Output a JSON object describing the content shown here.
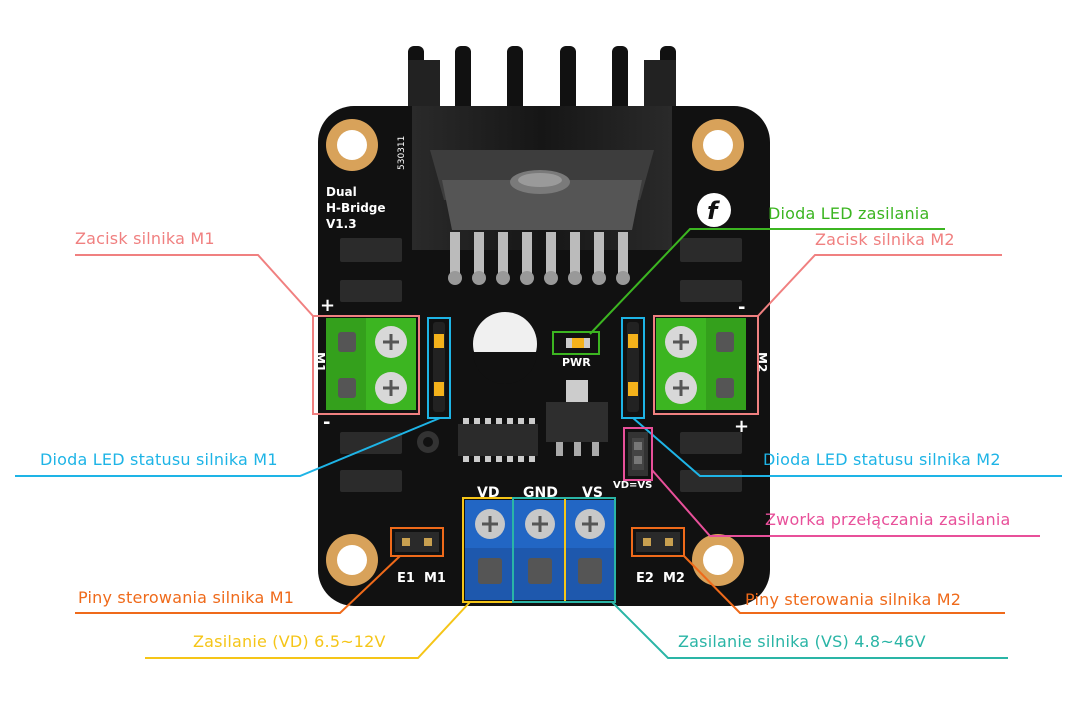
{
  "board": {
    "serial": "530311",
    "title_lines": [
      "Dual",
      "H-Bridge",
      "V1.3"
    ],
    "logo_glyph": "f",
    "pwr_label": "PWR",
    "m1_label": "M1",
    "m2_label": "M2",
    "plus": "+",
    "minus": "-",
    "vd_label": "VD",
    "gnd_label": "GND",
    "vs_label": "VS",
    "vdvs_label": "VD=VS",
    "e1m1_label": "E1  M1",
    "e2m2_label": "E2  M2"
  },
  "callouts": {
    "m1_terminal": {
      "text": "Zacisk silnika M1",
      "color": "#f08080"
    },
    "pwr_led": {
      "text": "Dioda LED zasilania",
      "color": "#3cb521"
    },
    "m2_terminal": {
      "text": "Zacisk silnika M2",
      "color": "#f08080"
    },
    "m1_led": {
      "text": "Dioda LED statusu silnika M1",
      "color": "#1eb4e6"
    },
    "m2_led": {
      "text": "Dioda LED statusu silnika M2",
      "color": "#1eb4e6"
    },
    "jumper": {
      "text": "Zworka przełączania zasilania",
      "color": "#e8509a"
    },
    "m1_pins": {
      "text": "Piny sterowania silnika M1",
      "color": "#ef6a1a"
    },
    "m2_pins": {
      "text": "Piny sterowania silnika M2",
      "color": "#ef6a1a"
    },
    "vd": {
      "text": "Zasilanie (VD) 6.5~12V",
      "color": "#f5c518"
    },
    "vs": {
      "text": "Zasilanie silnika (VS) 4.8~46V",
      "color": "#2ab5a6"
    }
  },
  "colors": {
    "pcb": "#111111",
    "heatsink": "#1c1c1c",
    "terminal_green": "#3cb521",
    "terminal_blue": "#2266c4",
    "led": "#f4b21b",
    "pad_gold": "#d8a25a",
    "silk": "#ffffff"
  }
}
